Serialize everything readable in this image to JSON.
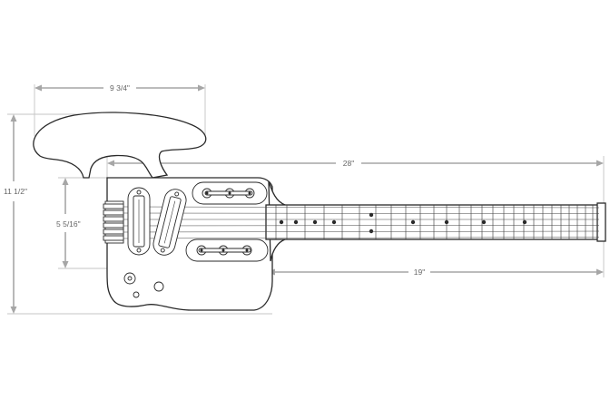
{
  "dimensions": {
    "armrest_width": "9 3/4\"",
    "overall_length": "28\"",
    "overall_height": "11 1/2\"",
    "body_height": "5 5/16\"",
    "scale_length": "19\""
  },
  "colors": {
    "dimension_line": "#a6a6a6",
    "outline": "#2a2a2a",
    "background": "#ffffff"
  }
}
